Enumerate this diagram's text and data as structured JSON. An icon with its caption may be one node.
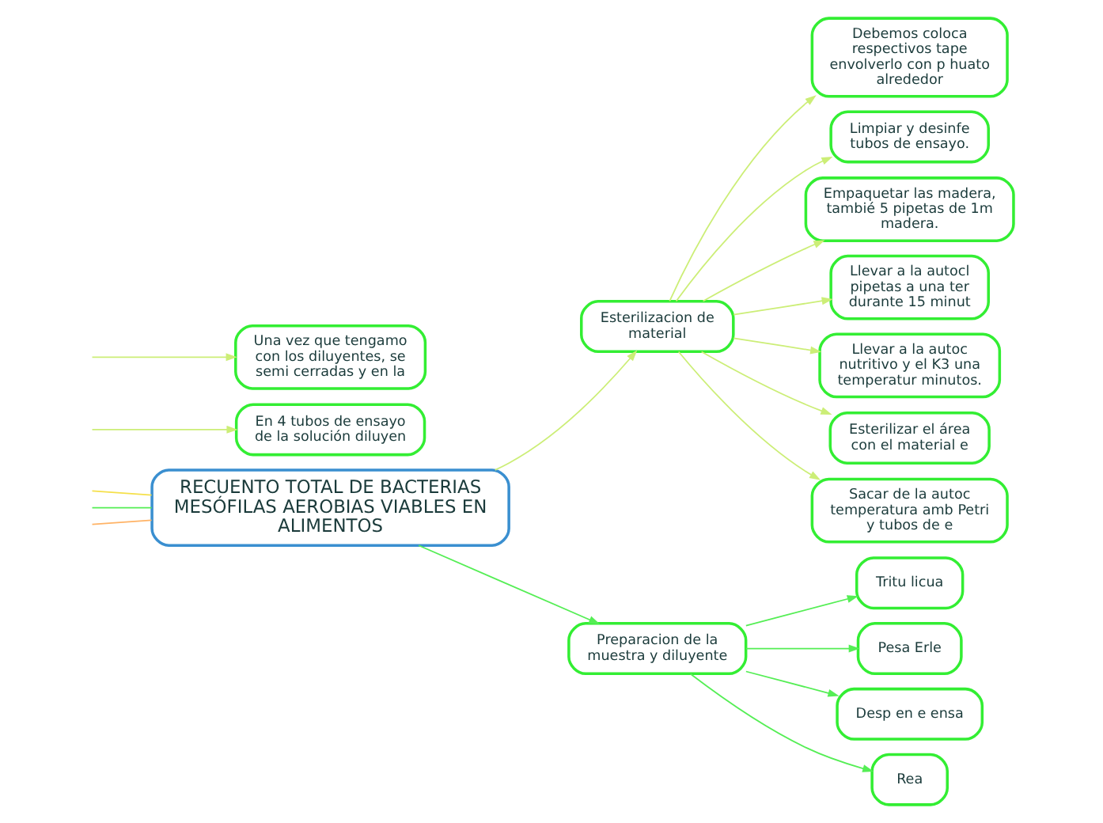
{
  "diagram": {
    "nodes": [
      {
        "text": [
          "RECUENTO TOTAL DE BACTERIAS MESÓFILAS AEROBIAS VIABLES EN ALIMENTOS"
        ]
      },
      {
        "text": [
          "Esterilizacion de material"
        ]
      },
      {
        "text": [
          "Debemos coloca respectivos tape envolverlo con p huato alrededor"
        ]
      },
      {
        "text": [
          "Limpiar y desinfe tubos de ensayo."
        ]
      },
      {
        "text": [
          "Empaquetar las madera, tambié 5 pipetas de 1m madera."
        ]
      },
      {
        "text": [
          "Llevar a la autocl pipetas a una ter durante 15 minut"
        ]
      },
      {
        "text": [
          "Llevar a la autoc nutritivo y el K3 una temperatur minutos."
        ]
      },
      {
        "text": [
          "Esterilizar el área con el material e"
        ]
      },
      {
        "text": [
          "Sacar de la autoc temperatura amb Petri y tubos de e"
        ]
      },
      {
        "text": [
          "Preparacion de la muestra y diluyente"
        ]
      },
      {
        "text": [
          "Tritu licua"
        ]
      },
      {
        "text": [
          "Pesa Erle"
        ]
      },
      {
        "text": [
          "Desp en e ensa"
        ]
      },
      {
        "text": [
          "Rea"
        ]
      },
      {
        "text": [
          "En 4 tubos de ensayo de la solución diluyen"
        ]
      },
      {
        "text": [
          "Una vez que tengamo con los diluyentes, se semi cerradas y en la"
        ]
      }
    ],
    "edges": [
      {
        "from": 0,
        "to": null,
        "arrow": "none",
        "color": "#ffb366"
      },
      {
        "from": 0,
        "to": null,
        "arrow": "none",
        "color": "#f5e04a"
      },
      {
        "from": null,
        "to": 14,
        "arrow": "to"
      },
      {
        "from": null,
        "to": 15,
        "arrow": "to"
      },
      {
        "from": 0,
        "to": 1,
        "arrow": "to"
      },
      {
        "from": 1,
        "to": 2,
        "arrow": "to"
      },
      {
        "from": 1,
        "to": 3,
        "arrow": "to"
      },
      {
        "from": 1,
        "to": 4,
        "arrow": "to"
      },
      {
        "from": 1,
        "to": 5,
        "arrow": "to"
      },
      {
        "from": 1,
        "to": 6,
        "arrow": "to"
      },
      {
        "from": 1,
        "to": 7,
        "arrow": "to"
      },
      {
        "from": 1,
        "to": 8,
        "arrow": "to"
      },
      {
        "from": 0,
        "to": 9,
        "arrow": "to",
        "color": "#55ee55"
      },
      {
        "from": 9,
        "to": 10,
        "arrow": "to",
        "color": "#55ee55"
      },
      {
        "from": 9,
        "to": 11,
        "arrow": "to",
        "color": "#55ee55"
      },
      {
        "from": 9,
        "to": 12,
        "arrow": "to",
        "color": "#55ee55"
      },
      {
        "from": 9,
        "to": 13,
        "arrow": "to",
        "color": "#55ee55"
      },
      {
        "from": 0,
        "to": null,
        "arrow": "none",
        "color": "#55ee55"
      }
    ]
  }
}
